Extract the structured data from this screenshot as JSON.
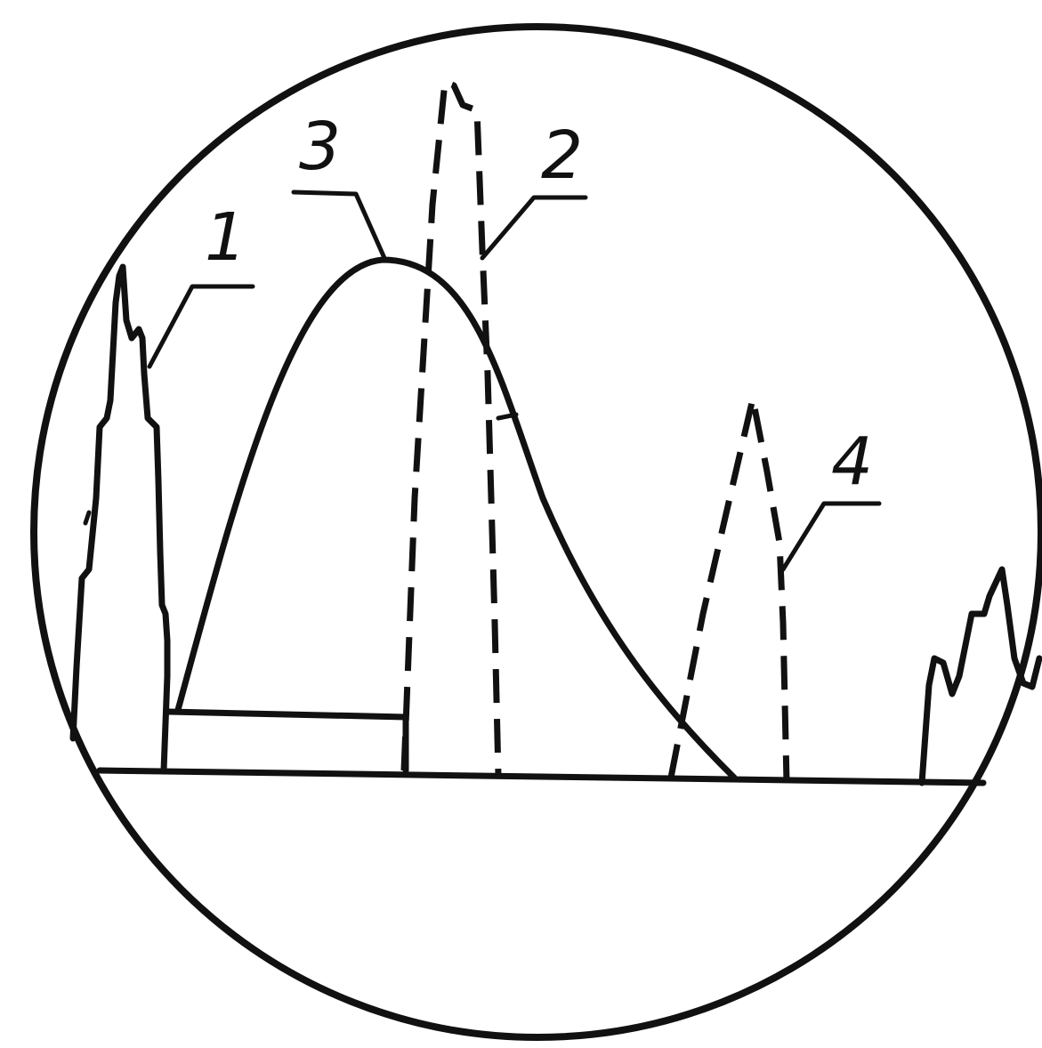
{
  "labels": {
    "curve_1": "1",
    "curve_2": "2",
    "curve_3": "3",
    "curve_4": "4"
  },
  "colors": {
    "ink": "#111111",
    "background": "#ffffff"
  }
}
